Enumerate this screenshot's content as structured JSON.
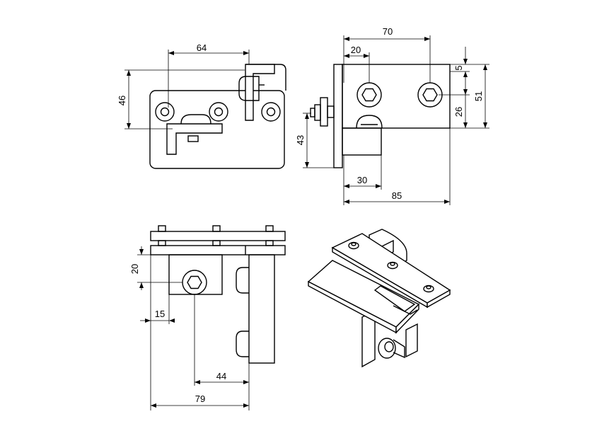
{
  "views": {
    "top": {
      "dim_width": "64",
      "dim_height": "46"
    },
    "side": {
      "dim_total_width": "70",
      "dim_hole_offset": "20",
      "dim_top_gap": "5",
      "dim_height": "51",
      "dim_hole_height": "26",
      "dim_bottom_height": "43",
      "dim_bottom_offset": "30",
      "dim_overall_width": "85"
    },
    "front": {
      "dim_vertical": "20",
      "dim_left_offset": "15",
      "dim_hole_to_edge": "44",
      "dim_overall_width": "79"
    }
  }
}
